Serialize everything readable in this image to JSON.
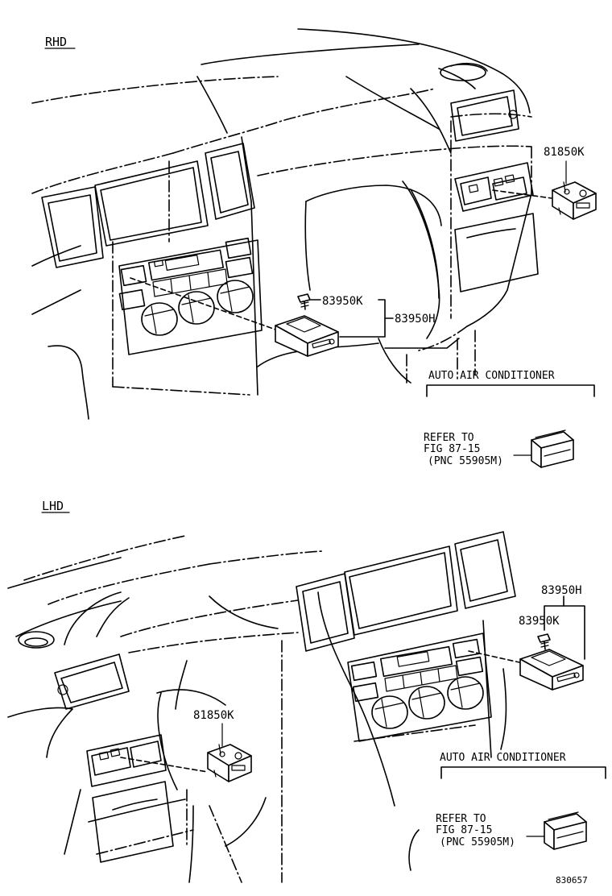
{
  "sections": {
    "rhd": {
      "heading": "RHD",
      "parts": {
        "main_switch": "81850K",
        "screw": "83950K",
        "switch_assy": "83950H"
      },
      "option_label": "AUTO AIR CONDITIONER",
      "refer": {
        "line1": "REFER TO",
        "line2": "FIG 87-15",
        "line3": "(PNC 55905M)"
      }
    },
    "lhd": {
      "heading": "LHD",
      "parts": {
        "main_switch": "81850K",
        "screw": "83950K",
        "switch_assy": "83950H"
      },
      "option_label": "AUTO AIR CONDITIONER",
      "refer": {
        "line1": "REFER TO",
        "line2": "FIG 87-15",
        "line3": "(PNC 55905M)"
      }
    }
  },
  "figure_number": "830657"
}
